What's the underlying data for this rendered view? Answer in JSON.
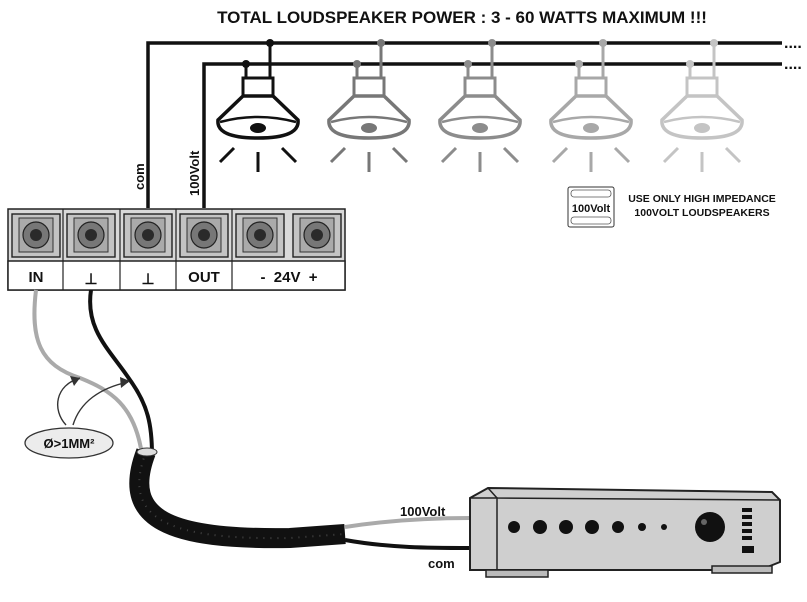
{
  "title": "TOTAL LOUDSPEAKER POWER : 3 - 60 WATTS MAXIMUM !!!",
  "wire_labels": {
    "com_top": "com",
    "volt_top": "100Volt",
    "volt_amp": "100Volt",
    "com_amp": "com"
  },
  "terminals": [
    {
      "label": "IN"
    },
    {
      "label": "⊥"
    },
    {
      "label": "⊥"
    },
    {
      "label": "OUT"
    },
    {
      "label": "-  24V  +"
    }
  ],
  "notice": {
    "badge": "100Volt",
    "line1": "USE ONLY HIGH IMPEDANCE",
    "line2": "100VOLT LOUDSPEAKERS"
  },
  "cable_spec": "Ø>1MM²",
  "speakers": [
    {
      "shade": "#111111"
    },
    {
      "shade": "#777777"
    },
    {
      "shade": "#8c8c8c"
    },
    {
      "shade": "#a8a8a8"
    },
    {
      "shade": "#c4c4c4"
    }
  ],
  "colors": {
    "wire": "#111111",
    "grey_wire": "#aaaaaa",
    "terminal_body": "#d8d8d8",
    "amp_body": "#c8c8c8"
  }
}
